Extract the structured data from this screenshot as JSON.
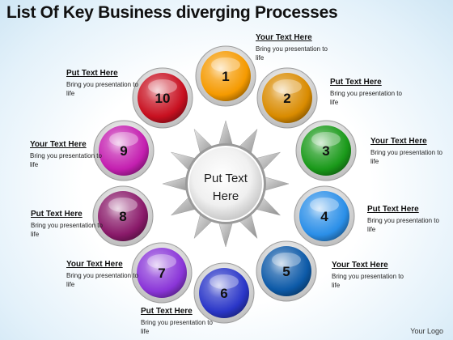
{
  "title": "List Of Key Business diverging Processes",
  "center_text_line1": "Put Text",
  "center_text_line2": "Here",
  "logo": "Your Logo",
  "nodes": [
    {
      "number": "1",
      "color": "#f59a00",
      "heading": "Your Text Here",
      "body": "Bring you presentation to life"
    },
    {
      "number": "2",
      "color": "#d98b00",
      "heading": "Put Text Here",
      "body": "Bring you presentation to life"
    },
    {
      "number": "3",
      "color": "#1a9a1a",
      "heading": "Your Text Here",
      "body": "Bring you presentation to life"
    },
    {
      "number": "4",
      "color": "#2b8fe8",
      "heading": "Put Text Here",
      "body": "Bring you presentation to life"
    },
    {
      "number": "5",
      "color": "#0d5aa8",
      "heading": "Your Text Here",
      "body": "Bring you presentation to life"
    },
    {
      "number": "6",
      "color": "#2a36c8",
      "heading": "Put Text Here",
      "body": "Bring you presentation to life"
    },
    {
      "number": "7",
      "color": "#8a35d8",
      "heading": "Your Text Here",
      "body": "Bring you presentation to life"
    },
    {
      "number": "8",
      "color": "#8a1a6a",
      "heading": "Put Text Here",
      "body": "Bring you presentation to life"
    },
    {
      "number": "9",
      "color": "#c41fb0",
      "heading": "Your Text Here",
      "body": "Bring you presentation to life"
    },
    {
      "number": "10",
      "color": "#c81020",
      "heading": "Put Text Here",
      "body": "Bring you presentation to life"
    }
  ]
}
